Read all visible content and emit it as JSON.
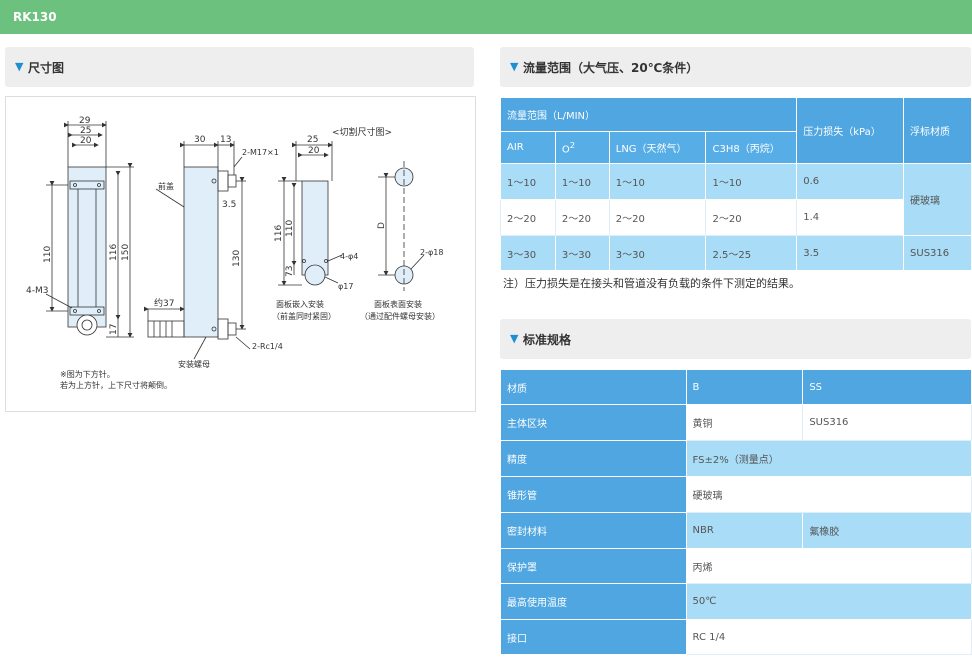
{
  "page": {
    "title": "RK130"
  },
  "sections": {
    "dimensions": "尺寸图",
    "flow_range": "流量范围（大气压、20℃条件）",
    "spec": "标准规格",
    "triangle": "▼"
  },
  "diagram": {
    "view1": {
      "top": [
        "29",
        "25",
        "20"
      ],
      "left": [
        "110",
        "4-M3"
      ],
      "right": [
        "116",
        "150",
        "17"
      ],
      "note": [
        "※图为下方针。",
        "若为上方针，上下尺寸将颠倒。"
      ]
    },
    "view2": {
      "top": [
        "30",
        "13"
      ],
      "labels": [
        "2-M17×1",
        "前盖",
        "3.5",
        "130",
        "约37",
        "2-Rc1/4",
        "安装螺母"
      ]
    },
    "view3": {
      "title": "<切割尺寸图>",
      "labels": [
        "25",
        "20",
        "116",
        "110",
        "73",
        "4-φ4",
        "φ17"
      ],
      "caption": [
        "面板嵌入安装",
        "（前盖同时紧固）"
      ]
    },
    "view4": {
      "labels": [
        "D",
        "2-φ18"
      ],
      "caption": [
        "面板表面安装",
        "（通过配件螺母安装）"
      ]
    }
  },
  "flow_table": {
    "group_header": "流量范围（L/MIN）",
    "col_headers": [
      "AIR",
      "O",
      "LNG（天然气）",
      "C3H8（丙烷）"
    ],
    "o_sup": "2",
    "pressure_header": "压力损失（kPa）",
    "float_header": "浮标材质",
    "rows": [
      [
        "1～10",
        "1～10",
        "1～10",
        "1～10",
        "0.6"
      ],
      [
        "2～20",
        "2～20",
        "2～20",
        "2～20",
        "1.4"
      ],
      [
        "3～30",
        "3～30",
        "3～30",
        "2.5～25",
        "3.5"
      ]
    ],
    "float_glass": "硬玻璃",
    "float_sus": "SUS316",
    "note": "注）压力损失是在接头和管道没有负载的条件下测定的结果。"
  },
  "spec_table": {
    "header": [
      "材质",
      "B",
      "SS"
    ],
    "rows": {
      "body": [
        "主体区块",
        "黄铜",
        "SUS316"
      ],
      "accuracy": [
        "精度",
        "FS±2%（测量点）"
      ],
      "tube": [
        "锥形管",
        "硬玻璃"
      ],
      "seal": [
        "密封材料",
        "NBR",
        "氟橡胶"
      ],
      "cover": [
        "保护罩",
        "丙烯"
      ],
      "temp": [
        "最高使用温度",
        "50℃"
      ],
      "port": [
        "接口",
        "RC 1/4"
      ]
    }
  }
}
